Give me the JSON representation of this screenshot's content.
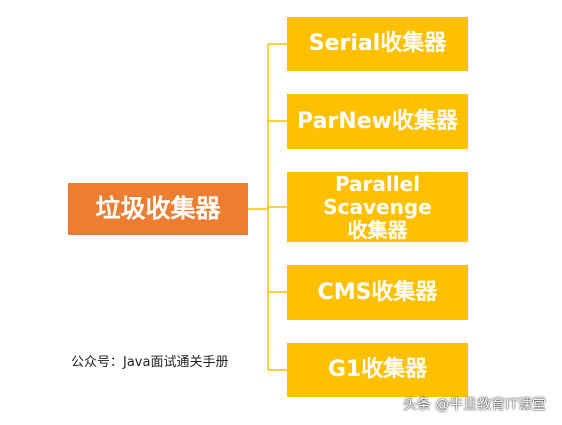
{
  "diagram": {
    "root": {
      "label": "垃圾收集器",
      "color": "#ed7d31"
    },
    "children": [
      {
        "label": "Serial收集器"
      },
      {
        "label": "ParNew收集器"
      },
      {
        "label": "Parallel Scavenge",
        "label_line2": "收集器"
      },
      {
        "label": "CMS收集器"
      },
      {
        "label": "G1收集器"
      }
    ],
    "child_color": "#ffc000",
    "connector_color": "#ffc000"
  },
  "caption": "公众号：Java面试通关手册",
  "watermark": "头条 @牛旦教育IT课堂"
}
